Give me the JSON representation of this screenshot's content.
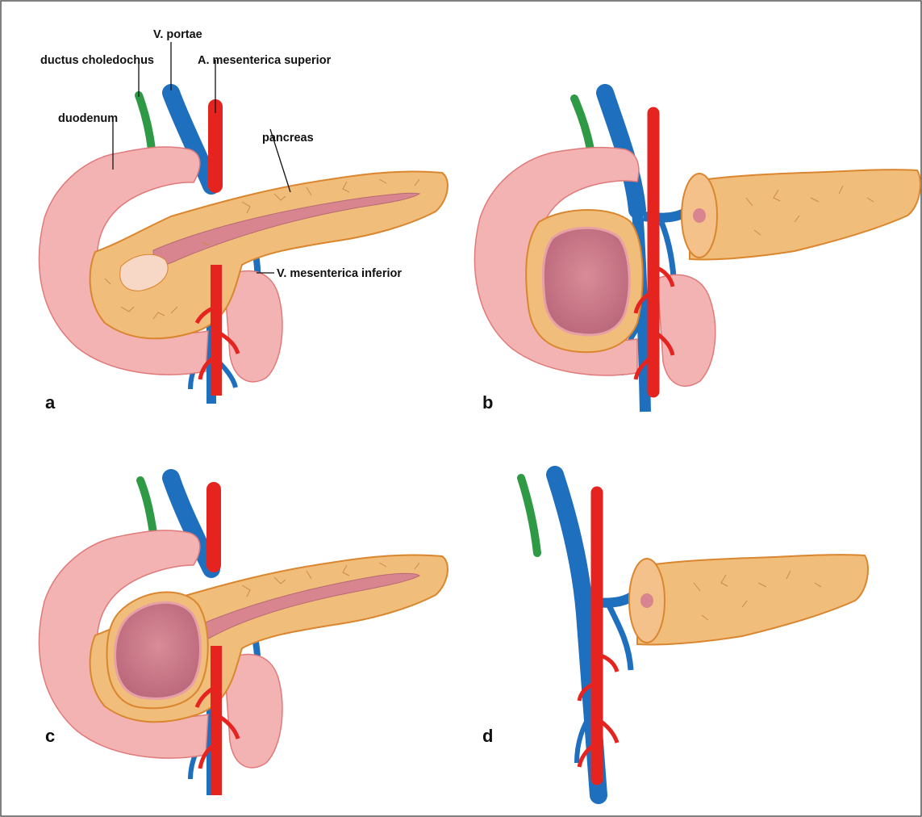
{
  "colors": {
    "duodenum": "#f4b3b3",
    "duodenum_edge": "#e07a7a",
    "pancreas": "#f1bd7a",
    "pancreas_edge": "#d9862f",
    "pancreas_line": "#c98a4a",
    "duct": "#d9858f",
    "cyst": "#c97783",
    "vein": "#1f6fbf",
    "artery": "#e52420",
    "bile_duct": "#2e9a45",
    "stump": "#f5c18a"
  },
  "labels": {
    "ductus_choledochus": "ductus choledochus",
    "v_portae": "V. portae",
    "a_mesenterica_superior": "A. mesenterica superior",
    "duodenum": "duodenum",
    "pancreas": "pancreas",
    "v_mesenterica_inferior": "V. mesenterica inferior"
  },
  "panels": [
    {
      "letter": "a"
    },
    {
      "letter": "b"
    },
    {
      "letter": "c"
    },
    {
      "letter": "d"
    }
  ]
}
